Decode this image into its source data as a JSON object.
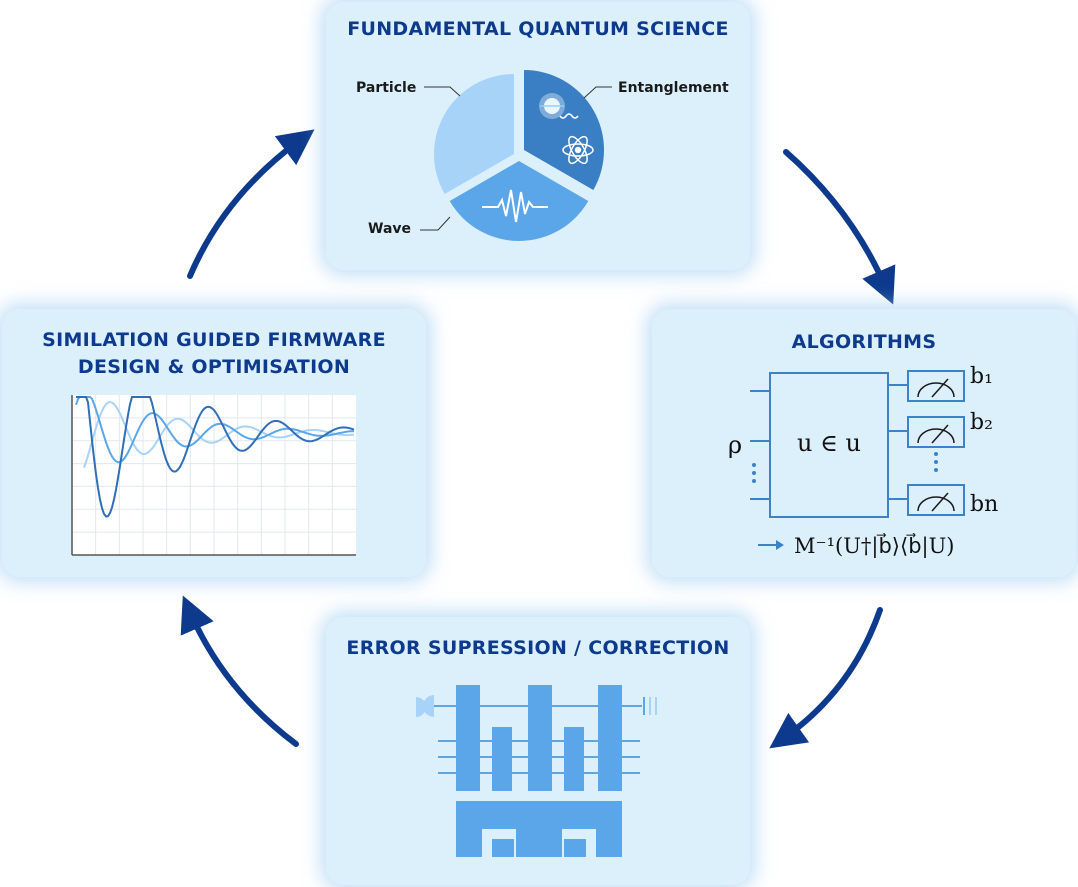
{
  "panels": {
    "fundamental": {
      "title": "FUNDAMENTAL QUANTUM SCIENCE",
      "labels": {
        "particle": "Particle",
        "wave": "Wave",
        "entanglement": "Entanglement"
      }
    },
    "algorithms": {
      "title": "ALGORITHMS",
      "gate_label": "u ∈ u",
      "input_label": "ρ",
      "outputs": [
        "b₁",
        "b₂",
        "bn"
      ],
      "formula": "M⁻¹(U†|b⃗⟩⟨b⃗|U)"
    },
    "error": {
      "title": "ERROR SUPRESSION / CORRECTION"
    },
    "simulation": {
      "title_line1": "SIMILATION GUIDED FIRMWARE",
      "title_line2": "DESIGN & OPTIMISATION"
    }
  },
  "colors": {
    "panel_bg": "#dcf0fc",
    "title": "#0d3a8c",
    "arrow": "#0d3a8c",
    "light_blue": "#a8d3f8",
    "mid_blue": "#5ba6e8",
    "dark_blue": "#3a7ec4",
    "line_blue": "#3b82c8"
  },
  "icons": [
    "cycle-arrow",
    "wave-icon",
    "atom-icon",
    "measurement-meter-icon"
  ]
}
